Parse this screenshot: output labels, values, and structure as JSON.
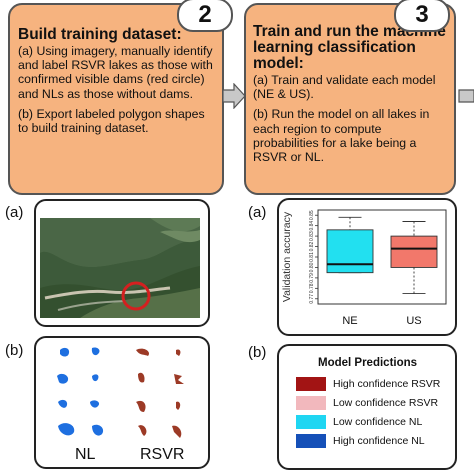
{
  "step1": {
    "number": "2",
    "title": "Build training dataset:",
    "para_a": "(a) Using imagery, manually identify and label RSVR lakes as those with confirmed visible dams (red circle) and NLs as those without dams.",
    "para_b": "(b) Export labeled polygon shapes to build training dataset."
  },
  "step2": {
    "number": "3",
    "title": "Train and run the machine learning classification model:",
    "para_a": "(a) Train and validate each model (NE & US).",
    "para_b": "(b) Run the model on all lakes in each region to compute probabilities for a lake being a RSVR or NL."
  },
  "panels": {
    "label_a": "(a)",
    "label_b": "(b)"
  },
  "shapes": {
    "nl_label": "NL",
    "rsvr_label": "RSVR",
    "nl_color": "#1e6fe0",
    "rsvr_color": "#9c3a26"
  },
  "chart_data": {
    "type": "box",
    "ylabel": "Validation accuracy",
    "categories": [
      "NE",
      "US"
    ],
    "y_ticks": [
      "0.77",
      "0.78",
      "0.79",
      "0.80",
      "0.81",
      "0.82",
      "0.83",
      "0.84",
      "0.85"
    ],
    "ylim": [
      0.765,
      0.855
    ],
    "series": [
      {
        "name": "NE",
        "color": "#22e0f0",
        "min": 0.795,
        "q1": 0.795,
        "median": 0.803,
        "q3": 0.836,
        "max": 0.848
      },
      {
        "name": "US",
        "color": "#f2786b",
        "min": 0.775,
        "q1": 0.8,
        "median": 0.818,
        "q3": 0.83,
        "max": 0.844
      }
    ]
  },
  "legend": {
    "title": "Model Predictions",
    "items": [
      {
        "label": "High confidence RSVR",
        "color": "#a21414"
      },
      {
        "label": "Low confidence RSVR",
        "color": "#f2b8bd"
      },
      {
        "label": "Low confidence NL",
        "color": "#1fd6f2"
      },
      {
        "label": "High confidence NL",
        "color": "#1550b8"
      }
    ]
  }
}
